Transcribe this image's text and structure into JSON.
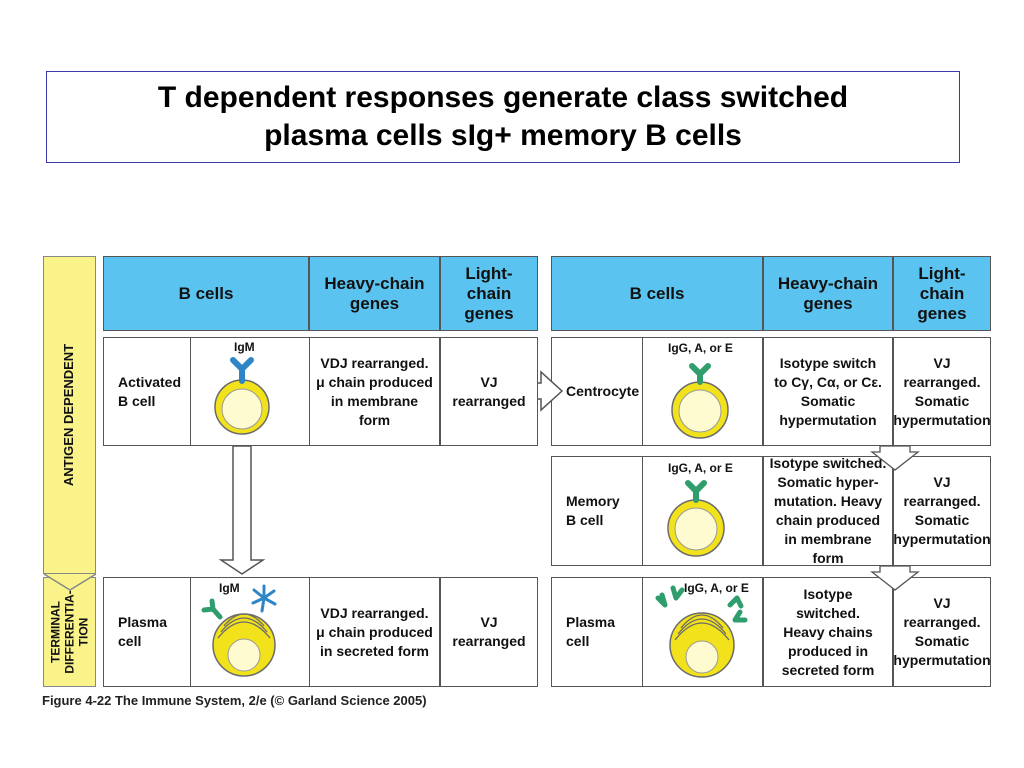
{
  "title": {
    "line1": "T dependent responses generate class switched",
    "line2": "plasma cells sIg+ memory B cells"
  },
  "sidebar": {
    "antigen_dependent": "ANTIGEN DEPENDENT",
    "terminal": "TERMINAL\nDIFFERENTIA-\nTION"
  },
  "headers": {
    "b_cells": "B  cells",
    "heavy_chain": "Heavy-chain genes",
    "light_chain": "Light-chain genes"
  },
  "left_table": {
    "activated": {
      "name": "Activated B cell",
      "receptor": "IgM",
      "heavy": "VDJ rearranged. μ chain produced in membrane form",
      "light": "VJ rearranged"
    },
    "plasma": {
      "name": "Plasma cell",
      "receptor": "IgM",
      "heavy": "VDJ rearranged. μ chain produced in secreted form",
      "light": "VJ rearranged"
    }
  },
  "right_table": {
    "centrocyte": {
      "name": "Centrocyte",
      "receptor": "IgG, A, or E",
      "heavy": "Isotype switch to Cγ, Cα, or Cε. Somatic hypermutation",
      "light": "VJ rearranged. Somatic hypermutation"
    },
    "memory": {
      "name": "Memory B cell",
      "receptor": "IgG, A, or E",
      "heavy": "Isotype switched. Somatic hyper-mutation. Heavy chain produced in membrane form",
      "light": "VJ rearranged. Somatic hypermutation"
    },
    "plasma": {
      "name": "Plasma cell",
      "receptor": "IgG, A, or E",
      "heavy": "Isotype switched. Heavy chains produced in secreted form",
      "light": "VJ rearranged. Somatic hypermutation"
    }
  },
  "colors": {
    "header_blue": "#5bc3f0",
    "sidebar_yellow": "#f9f38a",
    "cell_yellow": "#f2e21c",
    "igm_blue": "#2f86c6",
    "igg_green": "#2f9e6c"
  },
  "caption": "Figure 4-22  The Immune System, 2/e (© Garland Science 2005)"
}
